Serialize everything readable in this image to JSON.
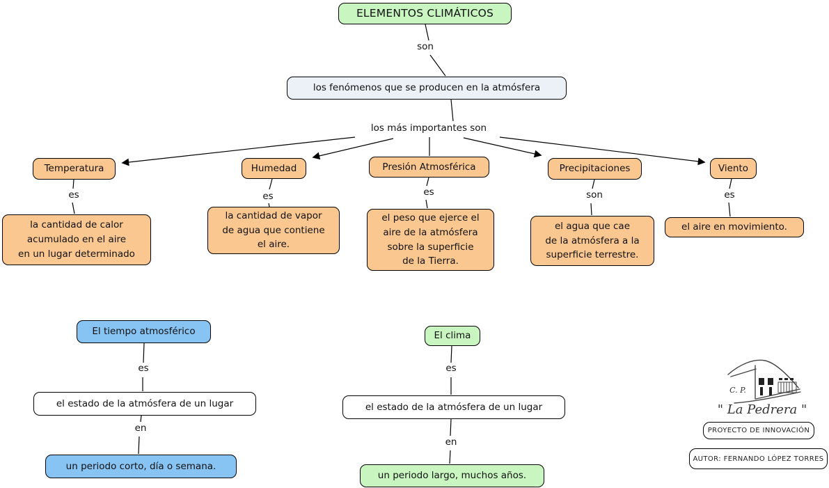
{
  "map": {
    "root": "ELEMENTOS CLIMÁTICOS",
    "root_link": "son",
    "definition": "los fenómenos que se producen en la atmósfera",
    "branch_label": "los más importantes son",
    "elements": [
      {
        "name": "Temperatura",
        "link": "es",
        "desc": "la cantidad de calor\nacumulado en el aire\nen un lugar determinado"
      },
      {
        "name": "Humedad",
        "link": "es",
        "desc": "la cantidad de vapor\nde agua que contiene\nel aire."
      },
      {
        "name": "Presión Atmosférica",
        "link": "es",
        "desc": "el peso que ejerce el\naire de la atmósfera\nsobre la superficie\nde la Tierra."
      },
      {
        "name": "Precipitaciones",
        "link": "son",
        "desc": "el agua que cae\nde la atmósfera a la\nsuperficie terrestre."
      },
      {
        "name": "Viento",
        "link": "es",
        "desc": "el aire en movimiento."
      }
    ],
    "tiempo": {
      "name": "El tiempo atmosférico",
      "link1": "es",
      "middle": "el estado de la atmósfera de un lugar",
      "link2": "en",
      "end": "un periodo corto, día o semana."
    },
    "clima": {
      "name": "El clima",
      "link1": "es",
      "middle": "el estado de la atmósfera de un lugar",
      "link2": "en",
      "end": "un periodo largo, muchos años."
    }
  },
  "footer": {
    "logo_initials": "C. P.",
    "logo_name": "\" La Pedrera \"",
    "project": "PROYECTO DE INNOVACIÓN",
    "author": "AUTOR: FERNANDO LÓPEZ TORRES"
  },
  "colors": {
    "green": "#c8f5c0",
    "orange": "#f9c78f",
    "blue": "#87c3f3",
    "definition_bg": "#ebf1f6",
    "border": "#000000"
  }
}
